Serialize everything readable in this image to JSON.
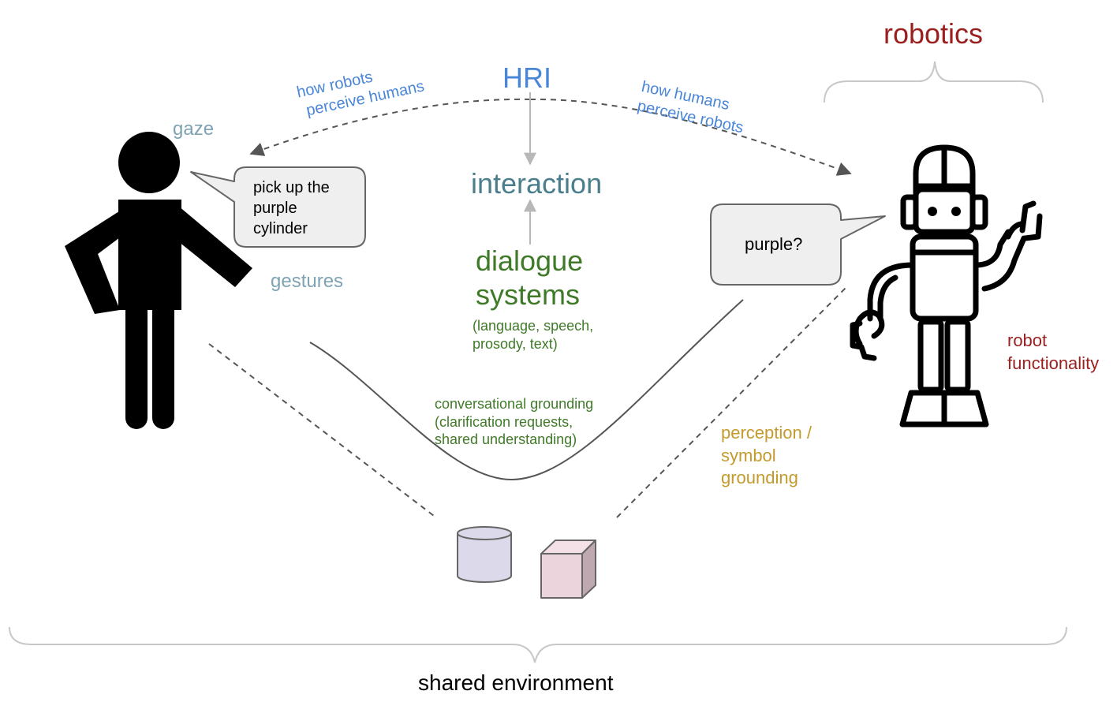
{
  "labels": {
    "robotics": "robotics",
    "hri": "HRI",
    "interaction": "interaction",
    "dialogue_systems": [
      "dialogue",
      "systems"
    ],
    "dialogue_modalities": [
      "(language, speech,",
      "prosody, text)"
    ],
    "conversational_grounding": [
      "conversational grounding",
      "(clarification requests,",
      "shared understanding)"
    ],
    "gaze": "gaze",
    "gestures": "gestures",
    "robots_perceive_humans": [
      "how robots",
      "perceive humans"
    ],
    "humans_perceive_robots": [
      "how humans",
      "perceive robots"
    ],
    "perception_grounding": [
      "perception /",
      "symbol",
      "grounding"
    ],
    "robot_functionality": [
      "robot",
      "functionality"
    ],
    "shared_environment": "shared environment"
  },
  "speech_bubbles": {
    "human": [
      "pick up the",
      "purple",
      "cylinder"
    ],
    "robot": "purple?"
  },
  "icons": {
    "human": "human-figure-icon",
    "robot": "robot-icon",
    "cylinder": "purple-cylinder-icon",
    "cube": "pink-cube-icon"
  },
  "colors": {
    "robotics": "#9a1f1f",
    "hri": "#4a86d8",
    "interaction": "#4b7e8c",
    "dialogue": "#3f7a28",
    "gaze_gestures": "#7ea3b3",
    "perception": "#c49a2c",
    "cylinder_fill": "#dcd9ea",
    "cube_fill": "#ecd4dc",
    "bubble_fill": "#efefef"
  }
}
